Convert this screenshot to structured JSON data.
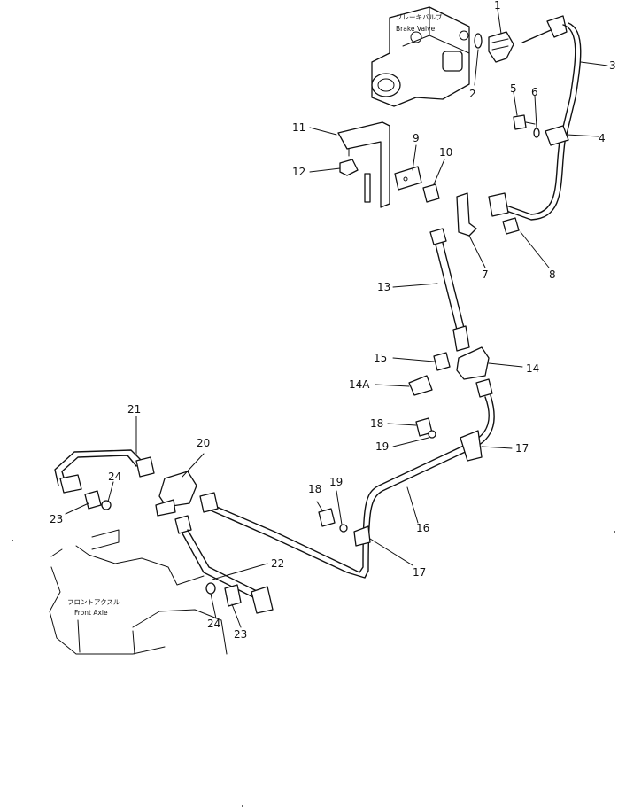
{
  "labels": {
    "brake_valve_jp": "ブレーキバルブ",
    "brake_valve_en": "Brake Valve",
    "front_axle_jp": "フロントアクスル",
    "front_axle_en": "Front Axle"
  },
  "callouts": {
    "c1": "1",
    "c2": "2",
    "c3": "3",
    "c4": "4",
    "c5": "5",
    "c6": "6",
    "c7": "7",
    "c8": "8",
    "c9": "9",
    "c10": "10",
    "c11": "11",
    "c12": "12",
    "c13": "13",
    "c14": "14",
    "c14a": "14A",
    "c15": "15",
    "c16": "16",
    "c17a": "17",
    "c17b": "17",
    "c18a": "18",
    "c18b": "18",
    "c19a": "19",
    "c19b": "19",
    "c20": "20",
    "c21": "21",
    "c22": "22",
    "c23a": "23",
    "c23b": "23",
    "c24a": "24",
    "c24b": "24"
  }
}
